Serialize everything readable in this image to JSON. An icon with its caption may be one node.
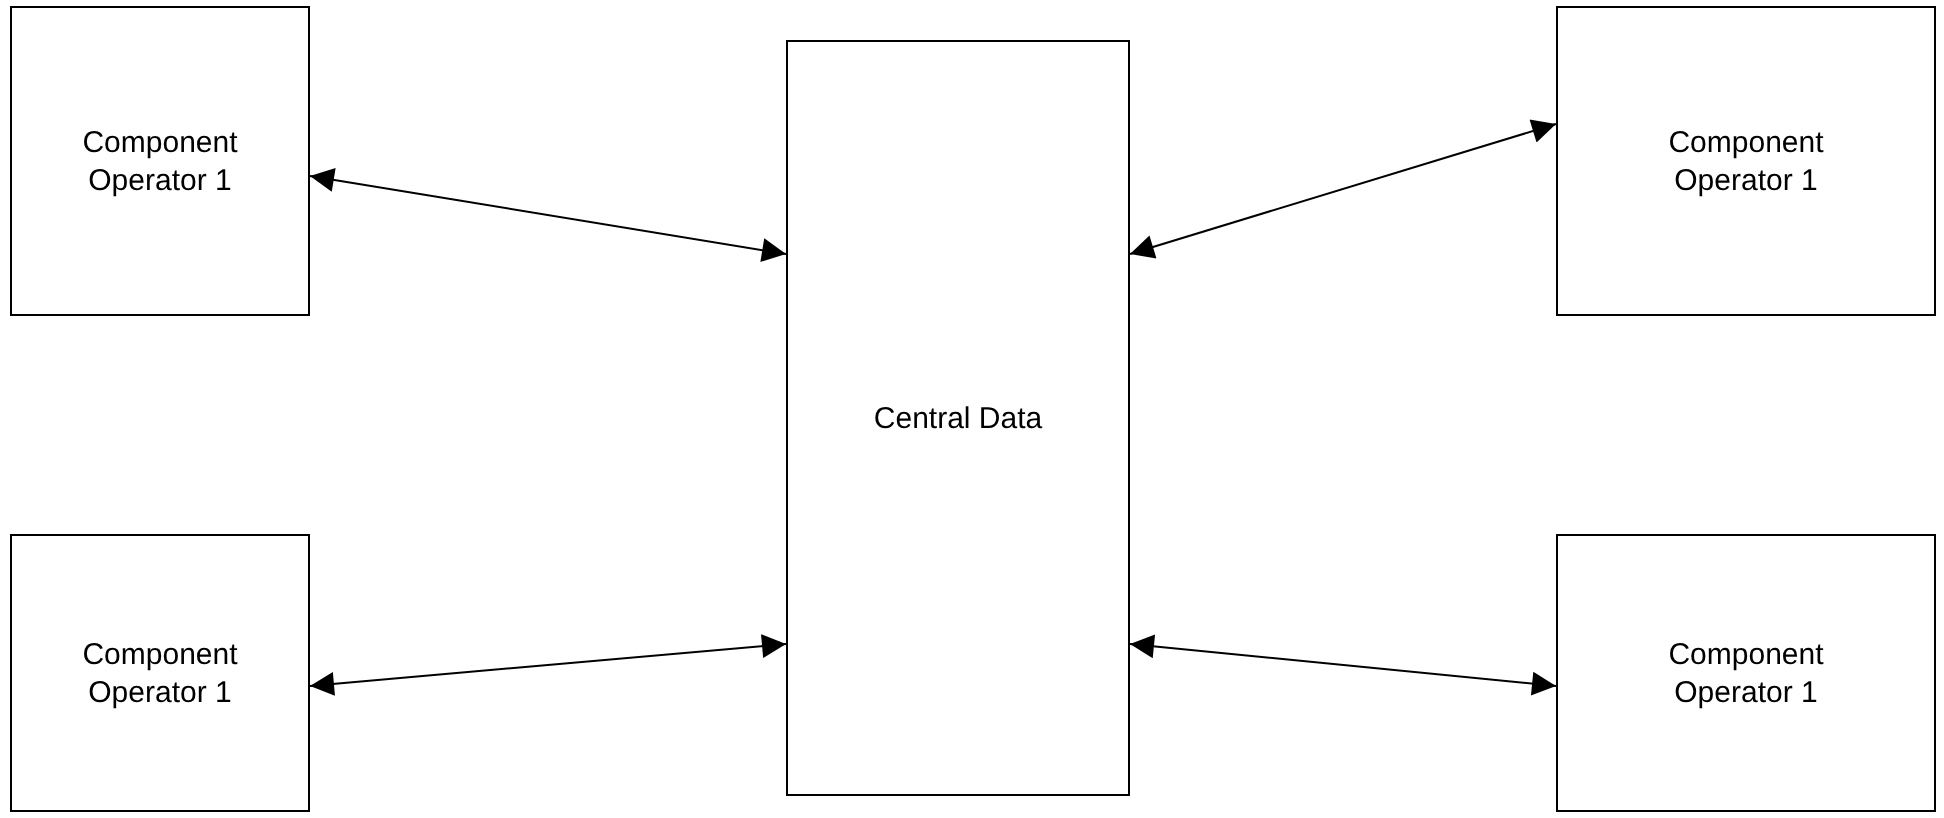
{
  "diagram": {
    "nodes": [
      {
        "text": [
          "Component Operator 1"
        ]
      },
      {
        "text": [
          "Central Data"
        ]
      },
      {
        "text": [
          "Component Operator 1"
        ]
      },
      {
        "text": [
          "Component Operator 1"
        ]
      },
      {
        "text": [
          "Component Operator 1"
        ]
      }
    ],
    "edges": [
      {
        "from": 0,
        "to": 1,
        "arrow": "both"
      },
      {
        "from": 1,
        "to": 2,
        "arrow": "both"
      },
      {
        "from": 3,
        "to": 1,
        "arrow": "both"
      },
      {
        "from": 1,
        "to": 4,
        "arrow": "both"
      }
    ]
  }
}
